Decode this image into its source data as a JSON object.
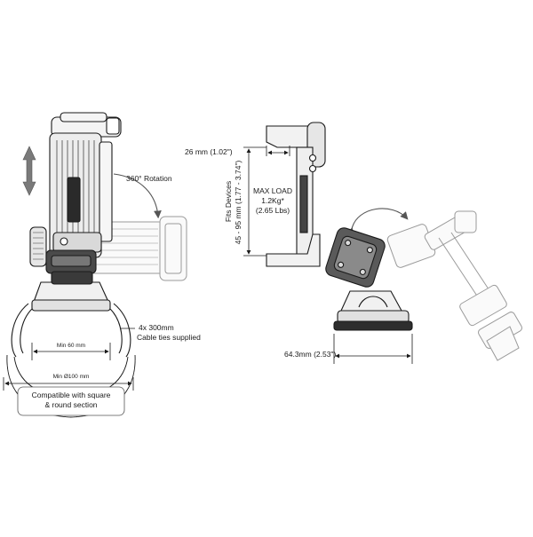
{
  "left_view": {
    "rotation_label": "360° Rotation",
    "cable_ties": {
      "line1": "4x 300mm",
      "line2": "Cable ties supplied"
    },
    "min_width": "Min 60 mm",
    "min_diameter": "Min Ø100 mm",
    "compatibility": {
      "line1": "Compatible with square",
      "line2": "& round section"
    }
  },
  "right_view": {
    "depth_label": "26 mm (1.02\")",
    "fits_devices": {
      "line1": "Fits Devices",
      "line2": "45 - 95 mm (1.77 - 3.74\")"
    },
    "max_load": {
      "line1": "MAX LOAD",
      "line2": "1.2Kg*",
      "line3": "(2.65 Lbs)"
    },
    "base_width": "64.3mm (2.53\")"
  },
  "colors": {
    "line": "#1a1a1a",
    "ghost": "#9a9a9a",
    "arrow": "#7a7a7a",
    "fill": "#f4f4f4"
  }
}
